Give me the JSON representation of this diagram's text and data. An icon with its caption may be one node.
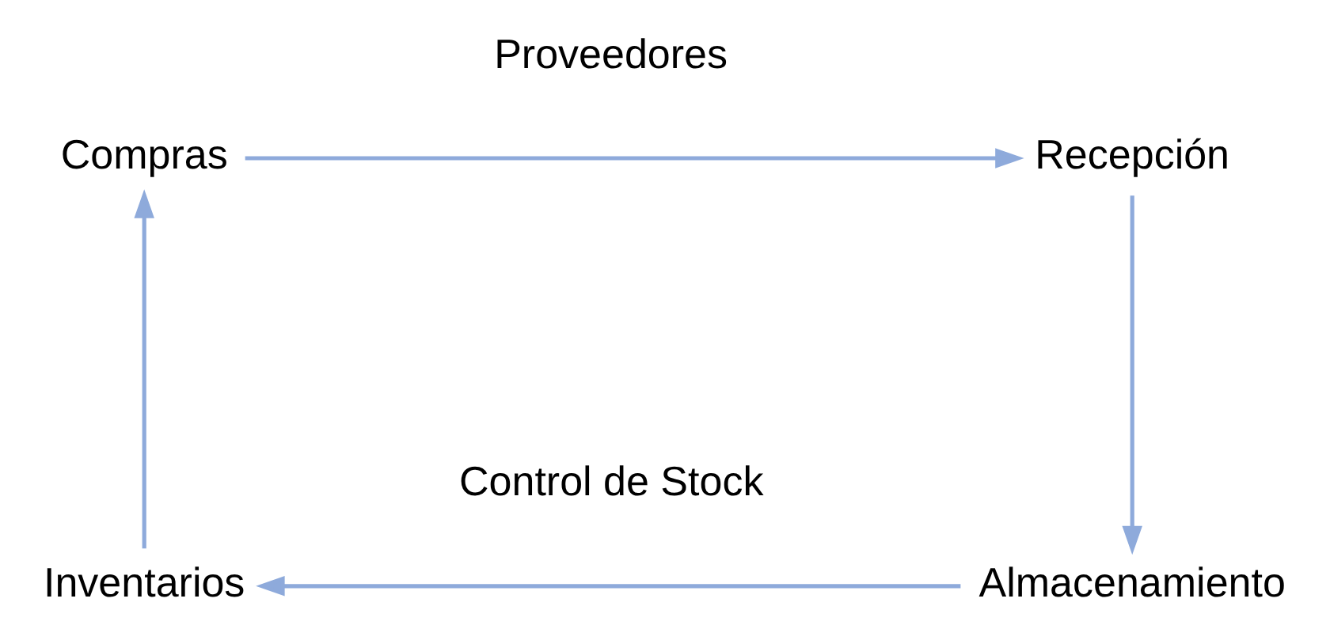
{
  "diagram": {
    "nodes": [
      {
        "text": [
          "Compras"
        ]
      },
      {
        "text": [
          "Recepción"
        ]
      },
      {
        "text": [
          "Almacenamiento"
        ]
      },
      {
        "text": [
          "Inventarios"
        ]
      }
    ],
    "edges": [
      {
        "from": 0,
        "to": 1,
        "arrow": "to",
        "label": "Proveedores"
      },
      {
        "from": 1,
        "to": 2,
        "arrow": "to"
      },
      {
        "from": 2,
        "to": 3,
        "arrow": "to",
        "label": "Control de Stock"
      },
      {
        "from": 3,
        "to": 0,
        "arrow": "to"
      }
    ]
  }
}
